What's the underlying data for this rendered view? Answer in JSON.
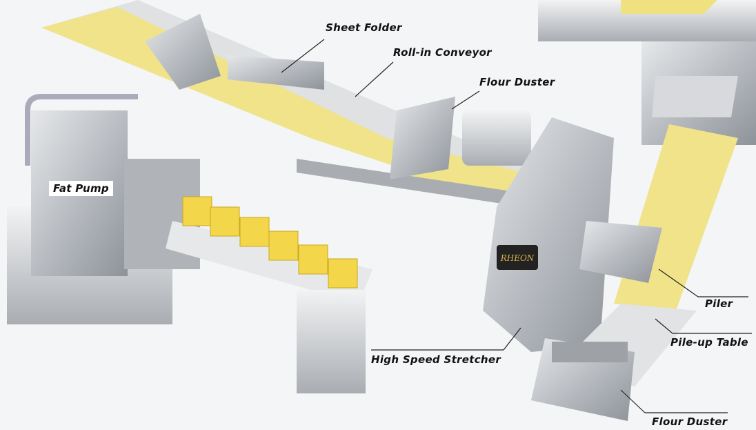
{
  "labels": {
    "sheet_folder": "Sheet Folder",
    "roll_in_conveyor": "Roll-in Conveyor",
    "flour_duster_top": "Flour Duster",
    "fat_pump": "Fat Pump",
    "piler": "Piler",
    "pile_up_table": "Pile-up Table",
    "high_speed_stretcher": "High Speed Stretcher",
    "flour_duster_bottom": "Flour Duster"
  },
  "logo_text": "RHEON",
  "colors": {
    "dough": "#f0e38a",
    "steel": "#c9ccd0",
    "steel_dark": "#8e9399",
    "fat_block": "#f3d64a",
    "label_line": "#222222"
  }
}
